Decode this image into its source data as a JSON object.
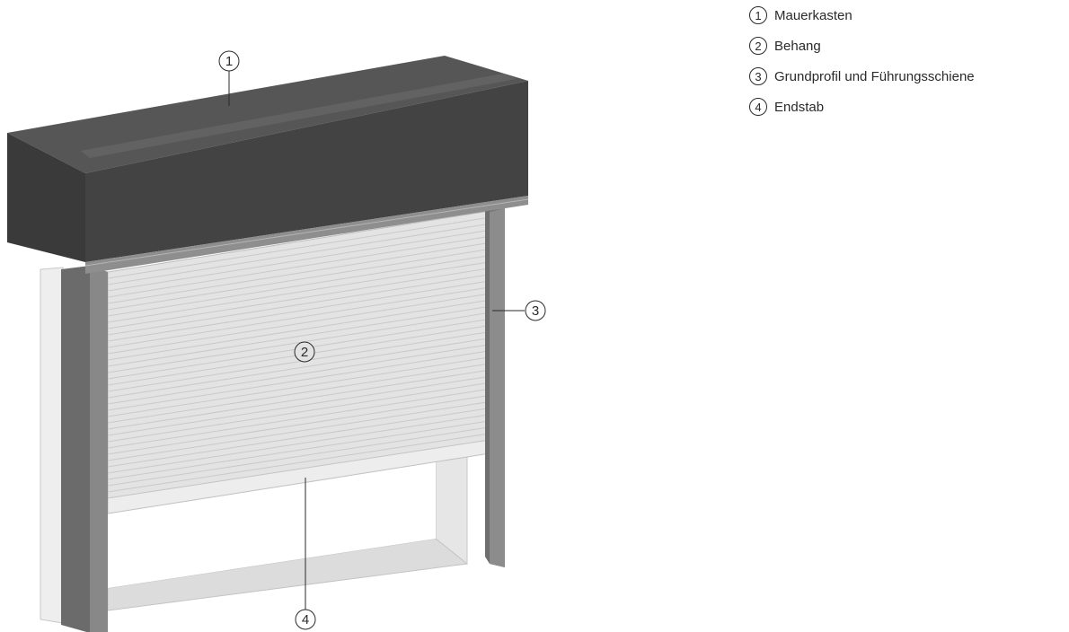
{
  "colors": {
    "housing": "#474747",
    "rail": "#7a7a7a",
    "curtain": "#e2e2e2",
    "frame": "#dcdcdc",
    "line": "#2a2a2a"
  },
  "legend": [
    {
      "num": "1",
      "label": "Mauerkasten"
    },
    {
      "num": "2",
      "label": "Behang"
    },
    {
      "num": "3",
      "label": "Grundprofil und Führungsschiene"
    },
    {
      "num": "4",
      "label": "Endstab"
    }
  ],
  "callouts": {
    "c1": "1",
    "c2": "2",
    "c3": "3",
    "c4": "4"
  }
}
